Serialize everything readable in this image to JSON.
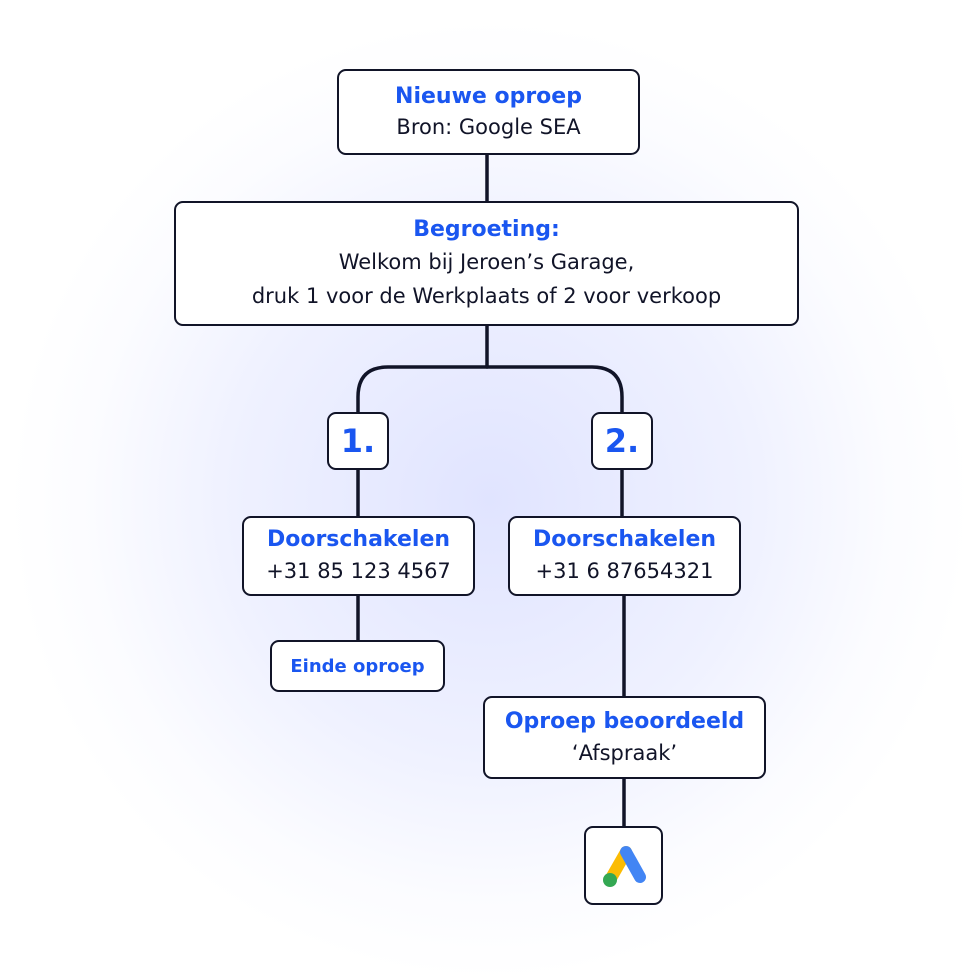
{
  "start": {
    "title": "Nieuwe oproep",
    "source": "Bron: Google SEA"
  },
  "greeting": {
    "title": "Begroeting:",
    "line1": "Welkom bij Jeroen’s Garage,",
    "line2": "druk 1 voor de Werkplaats of 2 voor verkoop"
  },
  "options": [
    {
      "number": "1.",
      "action_title": "Doorschakelen",
      "phone": "+31 85 123 4567"
    },
    {
      "number": "2.",
      "action_title": "Doorschakelen",
      "phone": "+31 6 87654321"
    }
  ],
  "end_call": {
    "label": "Einde oproep"
  },
  "rated": {
    "title": "Oproep beoordeeld",
    "value": "‘Afspraak’"
  },
  "final_icon": "google-ads-icon",
  "colors": {
    "accent": "#1a56f0",
    "border": "#111428"
  }
}
